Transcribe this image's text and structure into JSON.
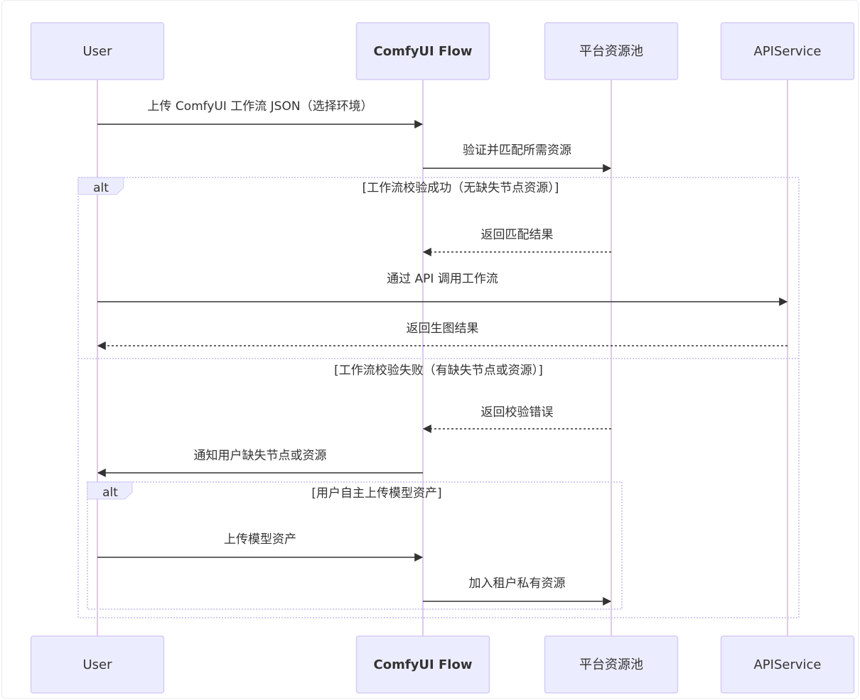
{
  "participants": [
    {
      "id": "user",
      "label": "User"
    },
    {
      "id": "comfy",
      "label": "ComfyUI Flow"
    },
    {
      "id": "pool",
      "label": "平台资源池"
    },
    {
      "id": "api",
      "label": "APIService"
    }
  ],
  "messages": [
    {
      "from": "user",
      "to": "comfy",
      "text": "上传 ComfyUI 工作流 JSON（选择环境）",
      "style": "solid"
    },
    {
      "from": "comfy",
      "to": "pool",
      "text": "验证并匹配所需资源",
      "style": "solid"
    },
    {
      "from": "pool",
      "to": "comfy",
      "text": "返回匹配结果",
      "style": "dashed"
    },
    {
      "from": "user",
      "to": "api",
      "text": "通过 API 调用工作流",
      "style": "solid"
    },
    {
      "from": "api",
      "to": "user",
      "text": "返回生图结果",
      "style": "dashed"
    },
    {
      "from": "pool",
      "to": "comfy",
      "text": "返回校验错误",
      "style": "dashed"
    },
    {
      "from": "comfy",
      "to": "user",
      "text": "通知用户缺失节点或资源",
      "style": "solid"
    },
    {
      "from": "user",
      "to": "comfy",
      "text": "上传模型资产",
      "style": "solid"
    },
    {
      "from": "comfy",
      "to": "pool",
      "text": "加入租户私有资源",
      "style": "solid"
    }
  ],
  "blocks": {
    "outer": {
      "keyword": "alt",
      "condition_1": "[工作流校验成功（无缺失节点资源）]",
      "condition_2": "[工作流校验失败（有缺失节点或资源）]"
    },
    "inner": {
      "keyword": "alt",
      "condition": "[用户自主上传模型资产]"
    }
  },
  "colors": {
    "actor_fill": "#ececff",
    "actor_border": "#d6ccf4",
    "lifeline": "#e0c7ef",
    "arrow": "#333333",
    "alt_border": "#d0cdf2"
  }
}
